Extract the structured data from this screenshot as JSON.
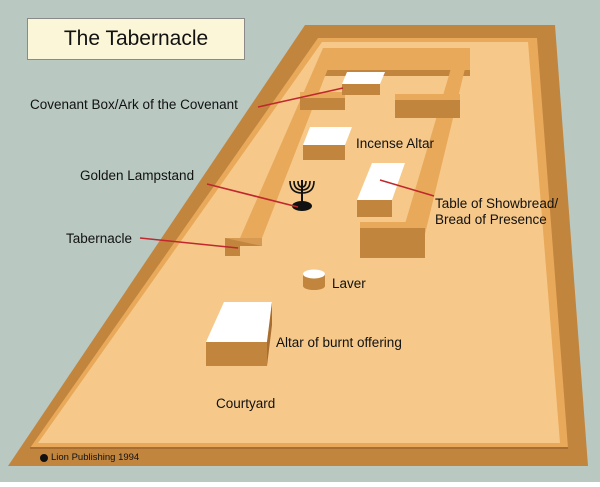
{
  "title": "The Tabernacle",
  "labels": {
    "ark": "Covenant Box/Ark of the Covenant",
    "incense": "Incense Altar",
    "lampstand": "Golden Lampstand",
    "table_line1": "Table of Showbread/",
    "table_line2": "Bread of Presence",
    "tabernacle": "Tabernacle",
    "laver": "Laver",
    "altar": "Altar of burnt offering",
    "courtyard": "Courtyard"
  },
  "copyright": "Lion Publishing 1994",
  "colors": {
    "background": "#b9c9c2",
    "floor": "#f6c98a",
    "wall_top": "#e9a95a",
    "wall_side": "#c2853e",
    "wall_edge": "#8a5a25",
    "furniture_top": "#ffffff",
    "leader_line": "#c0282d",
    "title_fill": "#fbf6d8"
  },
  "icons": [
    "menorah-icon",
    "copyright-icon"
  ]
}
